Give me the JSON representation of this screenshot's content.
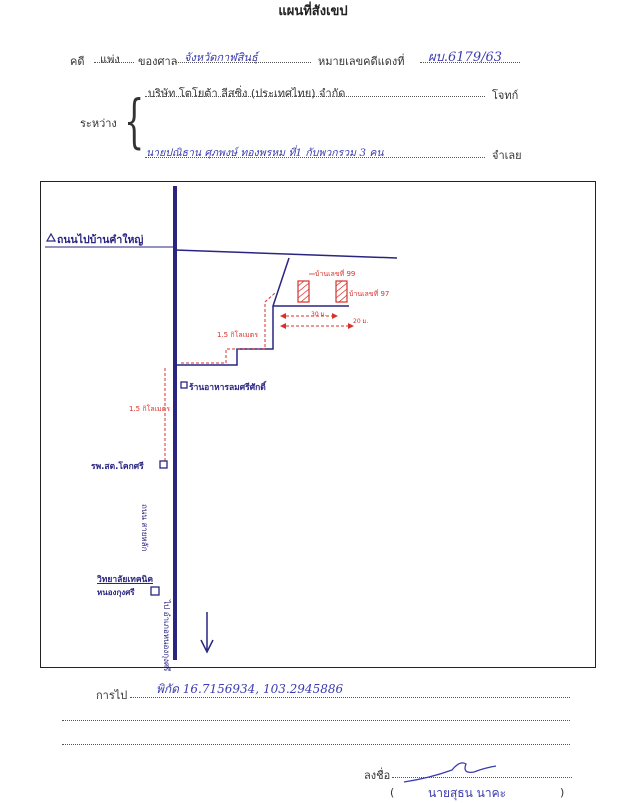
{
  "header": {
    "title": "แผนที่สังเขป",
    "case_label": "คดี",
    "case_type": "แพ่ง",
    "court_label": "ของศาล",
    "court_name": "จังหวัดกาฬสินธุ์",
    "black_case_label": "หมายเลขคดีแดงที่",
    "black_case_number": "ผบ.6179/63"
  },
  "parties": {
    "between_label": "ระหว่าง",
    "plaintiff": "บริษัท โตโยต้า ลีสซิ่ง (ประเทศไทย) จำกัด",
    "plaintiff_role": "โจทก์",
    "defendant": "นายปณิธาน ศุภพงษ์ ทองพรหม ที่1 กับพวกรวม 3 คน",
    "defendant_role": "จำเลย"
  },
  "map": {
    "labels": {
      "top_left_place": "ถนนไปบ้านคำใหญ่",
      "house_label_1": "บ้านเลขที่ 99",
      "house_label_2": "บ้านเลขที่ 97",
      "dist_red_1": "1.5 กิโลเมตร",
      "dist_red_2": "1.5 กิโลเมตร",
      "dist_small_1": "30 ม.",
      "dist_small_2": "20 ม.",
      "shop_label": "ร้านอาหารลมศรีศักดิ์",
      "school_label": "รพ.สต.โคกศรี",
      "vertical_road": "ถนน สายหลัก",
      "bottom_place_1": "วิทยาลัยเทคนิค",
      "bottom_place_2": "หนองกุงศรี",
      "bottom_vertical": "ไป อำเภอหนองกุงศรี"
    }
  },
  "footer": {
    "directions_label": "การไป",
    "directions_text": "พิกัด 16.7156934, 103.2945886",
    "sign_label": "ลงชื่อ",
    "signer_name": "นายสุธน นาคะ",
    "paren_open": "(",
    "paren_close": ")"
  },
  "colors": {
    "ink_blue": "#3b3bb0",
    "road_navy": "#2a2580",
    "red_ink": "#d9302a",
    "border": "#222222"
  }
}
